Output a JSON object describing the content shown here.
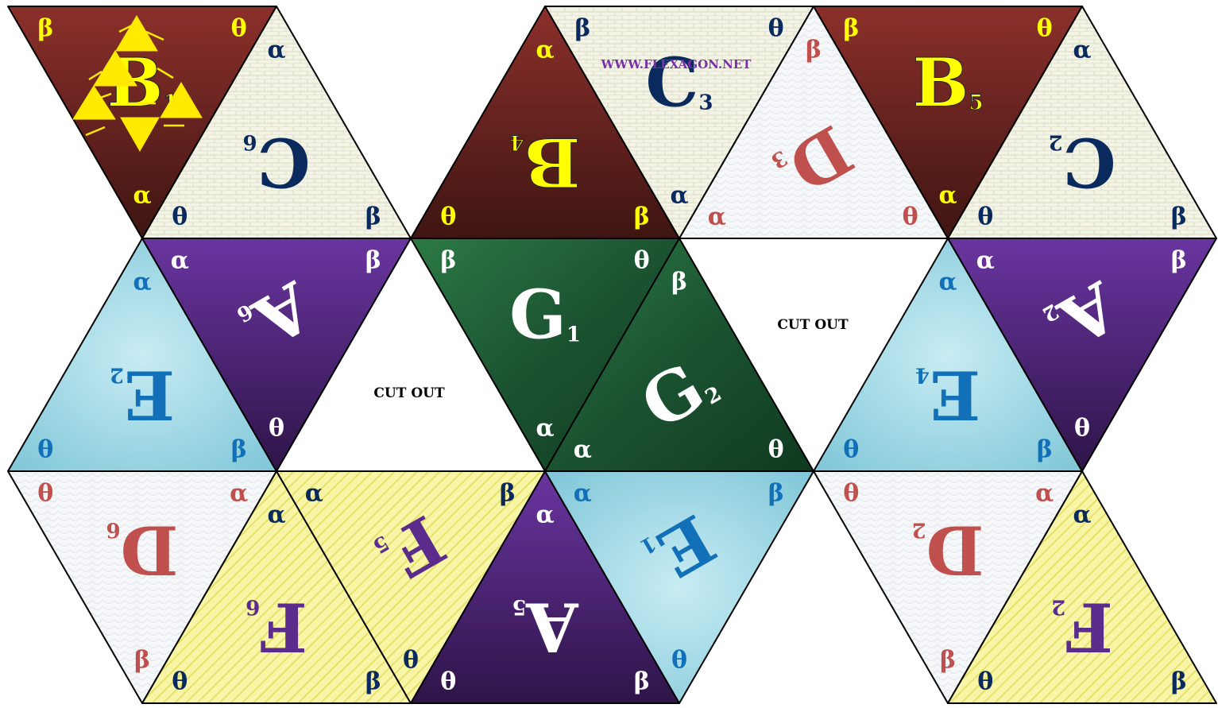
{
  "website": "WWW.FLEXAGON.NET",
  "cut_label": "CUT OUT",
  "colors": {
    "A": "#4a2270",
    "B": "#6e2420",
    "C": "#f1f2e6",
    "D": "#f4f6f8",
    "E": "#a7d7e3",
    "F": "#f5f29a",
    "G": "#1e5a32"
  },
  "faces": [
    {
      "letter": "B",
      "index": "1",
      "fill": "B"
    },
    {
      "letter": "C",
      "index": "6",
      "fill": "C"
    },
    {
      "letter": "B",
      "index": "4",
      "fill": "B"
    },
    {
      "letter": "C",
      "index": "3",
      "fill": "C"
    },
    {
      "letter": "D",
      "index": "3",
      "fill": "D"
    },
    {
      "letter": "B",
      "index": "5",
      "fill": "B"
    },
    {
      "letter": "C",
      "index": "2",
      "fill": "C"
    },
    {
      "letter": "E",
      "index": "2",
      "fill": "E"
    },
    {
      "letter": "A",
      "index": "6",
      "fill": "A"
    },
    {
      "letter": "G",
      "index": "1",
      "fill": "G"
    },
    {
      "letter": "G",
      "index": "2",
      "fill": "G"
    },
    {
      "letter": "E",
      "index": "4",
      "fill": "E"
    },
    {
      "letter": "A",
      "index": "2",
      "fill": "A"
    },
    {
      "letter": "D",
      "index": "6",
      "fill": "D"
    },
    {
      "letter": "F",
      "index": "6",
      "fill": "F"
    },
    {
      "letter": "F",
      "index": "5",
      "fill": "F"
    },
    {
      "letter": "A",
      "index": "5",
      "fill": "A"
    },
    {
      "letter": "E",
      "index": "1",
      "fill": "E"
    },
    {
      "letter": "D",
      "index": "2",
      "fill": "D"
    },
    {
      "letter": "F",
      "index": "2",
      "fill": "F"
    }
  ],
  "corner_symbols": {
    "alpha": "α",
    "beta": "β",
    "theta": "θ"
  },
  "corners": [
    {
      "face": 0,
      "sym": "beta"
    },
    {
      "face": 0,
      "sym": "theta"
    },
    {
      "face": 0,
      "sym": "alpha"
    },
    {
      "face": 1,
      "sym": "alpha"
    },
    {
      "face": 1,
      "sym": "theta"
    },
    {
      "face": 1,
      "sym": "beta"
    },
    {
      "face": 2,
      "sym": "alpha"
    },
    {
      "face": 2,
      "sym": "theta"
    },
    {
      "face": 2,
      "sym": "beta"
    },
    {
      "face": 3,
      "sym": "beta"
    },
    {
      "face": 3,
      "sym": "theta"
    },
    {
      "face": 3,
      "sym": "alpha"
    },
    {
      "face": 4,
      "sym": "beta"
    },
    {
      "face": 4,
      "sym": "alpha"
    },
    {
      "face": 4,
      "sym": "theta"
    },
    {
      "face": 5,
      "sym": "beta"
    },
    {
      "face": 5,
      "sym": "theta"
    },
    {
      "face": 5,
      "sym": "alpha"
    },
    {
      "face": 6,
      "sym": "alpha"
    },
    {
      "face": 6,
      "sym": "theta"
    },
    {
      "face": 6,
      "sym": "beta"
    },
    {
      "face": 7,
      "sym": "alpha"
    },
    {
      "face": 7,
      "sym": "theta"
    },
    {
      "face": 7,
      "sym": "beta"
    },
    {
      "face": 8,
      "sym": "alpha"
    },
    {
      "face": 8,
      "sym": "beta"
    },
    {
      "face": 8,
      "sym": "theta"
    },
    {
      "face": 9,
      "sym": "beta"
    },
    {
      "face": 9,
      "sym": "theta"
    },
    {
      "face": 9,
      "sym": "alpha"
    },
    {
      "face": 10,
      "sym": "beta"
    },
    {
      "face": 10,
      "sym": "alpha"
    },
    {
      "face": 10,
      "sym": "theta"
    },
    {
      "face": 11,
      "sym": "alpha"
    },
    {
      "face": 11,
      "sym": "theta"
    },
    {
      "face": 11,
      "sym": "beta"
    },
    {
      "face": 12,
      "sym": "alpha"
    },
    {
      "face": 12,
      "sym": "beta"
    },
    {
      "face": 12,
      "sym": "theta"
    },
    {
      "face": 13,
      "sym": "theta"
    },
    {
      "face": 13,
      "sym": "alpha"
    },
    {
      "face": 13,
      "sym": "beta"
    },
    {
      "face": 14,
      "sym": "alpha"
    },
    {
      "face": 14,
      "sym": "theta"
    },
    {
      "face": 14,
      "sym": "beta"
    },
    {
      "face": 15,
      "sym": "alpha"
    },
    {
      "face": 15,
      "sym": "beta"
    },
    {
      "face": 15,
      "sym": "theta"
    },
    {
      "face": 16,
      "sym": "alpha"
    },
    {
      "face": 16,
      "sym": "theta"
    },
    {
      "face": 16,
      "sym": "beta"
    },
    {
      "face": 17,
      "sym": "alpha"
    },
    {
      "face": 17,
      "sym": "beta"
    },
    {
      "face": 17,
      "sym": "theta"
    },
    {
      "face": 18,
      "sym": "theta"
    },
    {
      "face": 18,
      "sym": "alpha"
    },
    {
      "face": 18,
      "sym": "beta"
    },
    {
      "face": 19,
      "sym": "alpha"
    },
    {
      "face": 19,
      "sym": "theta"
    },
    {
      "face": 19,
      "sym": "beta"
    }
  ]
}
